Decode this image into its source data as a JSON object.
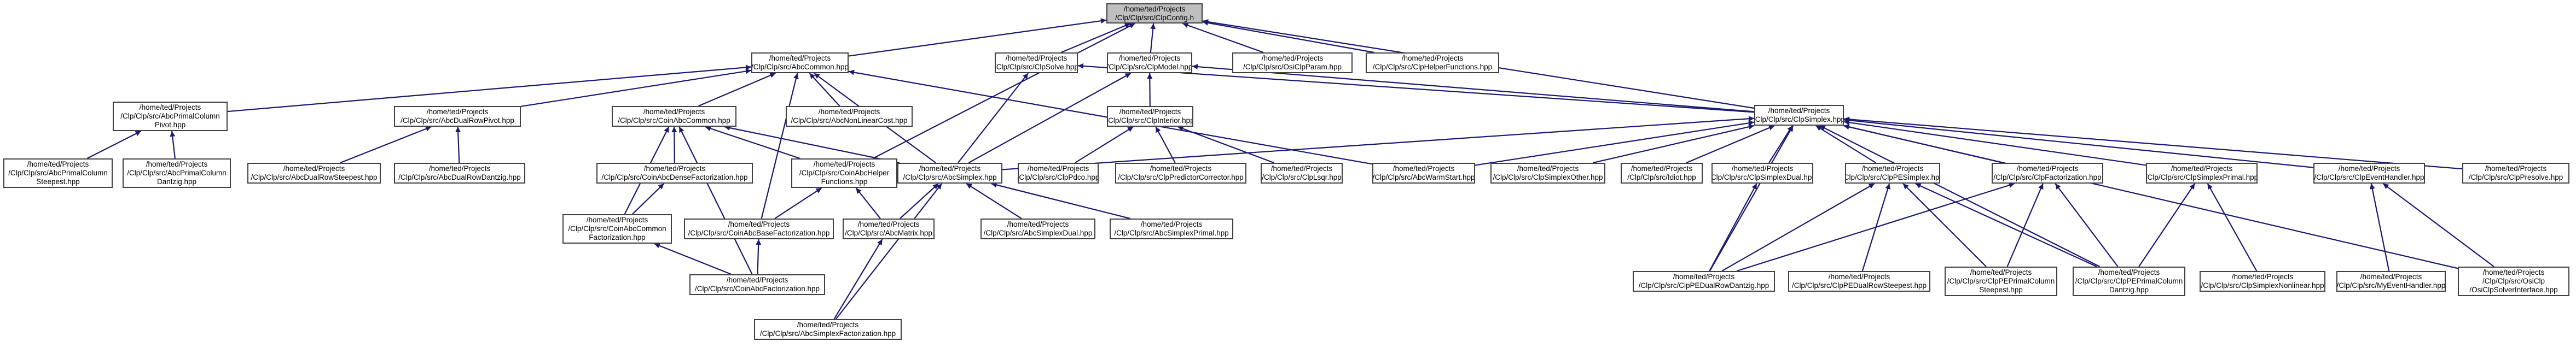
{
  "graph": {
    "background": "#ffffff",
    "edge_color": "#191970",
    "root_fill": "#bfbfbf",
    "node_border": "#404040"
  },
  "nodes": {
    "n1": {
      "line1": "/home/ted/Projects",
      "line2": "/Clp/Clp/src/ClpConfig.h"
    },
    "n2": {
      "line1": "/home/ted/Projects",
      "line2": "/Clp/Clp/src/AbcCommon.hpp"
    },
    "n3": {
      "line1": "/home/ted/Projects",
      "line2": "/Clp/Clp/src/ClpSolve.hpp"
    },
    "n4": {
      "line1": "/home/ted/Projects",
      "line2": "/Clp/Clp/src/ClpModel.hpp"
    },
    "n5": {
      "line1": "/home/ted/Projects",
      "line2": "/Clp/Clp/src/ClpSimplex.hpp"
    },
    "n6": {
      "line1": "/home/ted/Projects",
      "line2": "/Clp/Clp/src/OsiClpParam.hpp"
    },
    "n7": {
      "line1": "/home/ted/Projects",
      "line2": "/Clp/Clp/src/ClpHelperFunctions.hpp"
    },
    "n8": {
      "line1": "/home/ted/Projects",
      "line2": "/Clp/Clp/src/AbcPrimalColumn",
      "line3": "Pivot.hpp"
    },
    "n9": {
      "line1": "/home/ted/Projects",
      "line2": "/Clp/Clp/src/AbcDualRowPivot.hpp"
    },
    "n10": {
      "line1": "/home/ted/Projects",
      "line2": "/Clp/Clp/src/CoinAbcCommon.hpp"
    },
    "n11": {
      "line1": "/home/ted/Projects",
      "line2": "/Clp/Clp/src/AbcNonLinearCost.hpp"
    },
    "n12": {
      "line1": "/home/ted/Projects",
      "line2": "/Clp/Clp/src/ClpInterior.hpp"
    },
    "n13": {
      "line1": "/home/ted/Projects",
      "line2": "/Clp/Clp/src/AbcPrimalColumn",
      "line3": "Steepest.hpp"
    },
    "n14": {
      "line1": "/home/ted/Projects",
      "line2": "/Clp/Clp/src/AbcPrimalColumn",
      "line3": "Dantzig.hpp"
    },
    "n15": {
      "line1": "/home/ted/Projects",
      "line2": "/Clp/Clp/src/AbcDualRowSteepest.hpp"
    },
    "n16": {
      "line1": "/home/ted/Projects",
      "line2": "/Clp/Clp/src/AbcDualRowDantzig.hpp"
    },
    "n17": {
      "line1": "/home/ted/Projects",
      "line2": "/Clp/Clp/src/CoinAbcDenseFactorization.hpp"
    },
    "n18": {
      "line1": "/home/ted/Projects",
      "line2": "/Clp/Clp/src/CoinAbcHelper",
      "line3": "Functions.hpp"
    },
    "n19": {
      "line1": "/home/ted/Projects",
      "line2": "/Clp/Clp/src/AbcSimplex.hpp"
    },
    "n20": {
      "line1": "/home/ted/Projects",
      "line2": "/Clp/Clp/src/ClpPdco.hpp"
    },
    "n21": {
      "line1": "/home/ted/Projects",
      "line2": "/Clp/Clp/src/ClpPredictorCorrector.hpp"
    },
    "n22": {
      "line1": "/home/ted/Projects",
      "line2": "/Clp/Clp/src/ClpLsqr.hpp"
    },
    "n23": {
      "line1": "/home/ted/Projects",
      "line2": "/Clp/Clp/src/AbcWarmStart.hpp"
    },
    "n24": {
      "line1": "/home/ted/Projects",
      "line2": "/Clp/Clp/src/ClpSimplexOther.hpp"
    },
    "n25": {
      "line1": "/home/ted/Projects",
      "line2": "/Clp/Clp/src/Idiot.hpp"
    },
    "n26": {
      "line1": "/home/ted/Projects",
      "line2": "/Clp/Clp/src/ClpSimplexDual.hpp"
    },
    "n27": {
      "line1": "/home/ted/Projects",
      "line2": "/Clp/Clp/src/ClpPESimplex.hpp"
    },
    "n28": {
      "line1": "/home/ted/Projects",
      "line2": "/Clp/Clp/src/ClpFactorization.hpp"
    },
    "n29": {
      "line1": "/home/ted/Projects",
      "line2": "/Clp/Clp/src/ClpSimplexPrimal.hpp"
    },
    "n30": {
      "line1": "/home/ted/Projects",
      "line2": "/Clp/Clp/src/ClpEventHandler.hpp"
    },
    "n31": {
      "line1": "/home/ted/Projects",
      "line2": "/Clp/Clp/src/ClpPresolve.hpp"
    },
    "n32": {
      "line1": "/home/ted/Projects",
      "line2": "/Clp/Clp/src/CoinAbcCommon",
      "line3": "Factorization.hpp"
    },
    "n33": {
      "line1": "/home/ted/Projects",
      "line2": "/Clp/Clp/src/CoinAbcBaseFactorization.hpp"
    },
    "n34": {
      "line1": "/home/ted/Projects",
      "line2": "/Clp/Clp/src/AbcMatrix.hpp"
    },
    "n35": {
      "line1": "/home/ted/Projects",
      "line2": "/Clp/Clp/src/AbcSimplexDual.hpp"
    },
    "n36": {
      "line1": "/home/ted/Projects",
      "line2": "/Clp/Clp/src/AbcSimplexPrimal.hpp"
    },
    "n37": {
      "line1": "/home/ted/Projects",
      "line2": "/Clp/Clp/src/ClpPEDualRowDantzig.hpp"
    },
    "n38": {
      "line1": "/home/ted/Projects",
      "line2": "/Clp/Clp/src/ClpPEDualRowSteepest.hpp"
    },
    "n39": {
      "line1": "/home/ted/Projects",
      "line2": "/Clp/Clp/src/ClpPEPrimalColumn",
      "line3": "Steepest.hpp"
    },
    "n40": {
      "line1": "/home/ted/Projects",
      "line2": "/Clp/Clp/src/ClpPEPrimalColumn",
      "line3": "Dantzig.hpp"
    },
    "n41": {
      "line1": "/home/ted/Projects",
      "line2": "/Clp/Clp/src/ClpSimplexNonlinear.hpp"
    },
    "n42": {
      "line1": "/home/ted/Projects",
      "line2": "/Clp/Clp/src/MyEventHandler.hpp"
    },
    "n43": {
      "line1": "/home/ted/Projects",
      "line2": "/Clp/Clp/src/OsiClp",
      "line3": "/OsiClpSolverInterface.hpp"
    },
    "n44": {
      "line1": "/home/ted/Projects",
      "line2": "/Clp/Clp/src/CoinAbcFactorization.hpp"
    },
    "n45": {
      "line1": "/home/ted/Projects",
      "line2": "/Clp/Clp/src/AbcSimplexFactorization.hpp"
    }
  },
  "edges": [
    [
      "n1",
      "n2"
    ],
    [
      "n1",
      "n3"
    ],
    [
      "n1",
      "n4"
    ],
    [
      "n1",
      "n5"
    ],
    [
      "n1",
      "n6"
    ],
    [
      "n1",
      "n7"
    ],
    [
      "n1",
      "n18"
    ],
    [
      "n2",
      "n8"
    ],
    [
      "n2",
      "n9"
    ],
    [
      "n2",
      "n10"
    ],
    [
      "n2",
      "n11"
    ],
    [
      "n2",
      "n19"
    ],
    [
      "n2",
      "n23"
    ],
    [
      "n2",
      "n33"
    ],
    [
      "n3",
      "n5"
    ],
    [
      "n3",
      "n19"
    ],
    [
      "n4",
      "n5"
    ],
    [
      "n4",
      "n12"
    ],
    [
      "n4",
      "n19"
    ],
    [
      "n5",
      "n19"
    ],
    [
      "n5",
      "n23"
    ],
    [
      "n5",
      "n24"
    ],
    [
      "n5",
      "n25"
    ],
    [
      "n5",
      "n26"
    ],
    [
      "n5",
      "n27"
    ],
    [
      "n5",
      "n28"
    ],
    [
      "n5",
      "n29"
    ],
    [
      "n5",
      "n30"
    ],
    [
      "n5",
      "n31"
    ],
    [
      "n5",
      "n37"
    ],
    [
      "n5",
      "n40"
    ],
    [
      "n5",
      "n43"
    ],
    [
      "n8",
      "n13"
    ],
    [
      "n8",
      "n14"
    ],
    [
      "n9",
      "n15"
    ],
    [
      "n9",
      "n16"
    ],
    [
      "n10",
      "n17"
    ],
    [
      "n10",
      "n18"
    ],
    [
      "n10",
      "n19"
    ],
    [
      "n10",
      "n32"
    ],
    [
      "n10",
      "n44"
    ],
    [
      "n12",
      "n20"
    ],
    [
      "n12",
      "n21"
    ],
    [
      "n12",
      "n22"
    ],
    [
      "n17",
      "n32"
    ],
    [
      "n18",
      "n33"
    ],
    [
      "n18",
      "n34"
    ],
    [
      "n19",
      "n34"
    ],
    [
      "n19",
      "n35"
    ],
    [
      "n19",
      "n36"
    ],
    [
      "n19",
      "n45"
    ],
    [
      "n26",
      "n37"
    ],
    [
      "n27",
      "n37"
    ],
    [
      "n27",
      "n38"
    ],
    [
      "n27",
      "n39"
    ],
    [
      "n27",
      "n40"
    ],
    [
      "n28",
      "n37"
    ],
    [
      "n28",
      "n39"
    ],
    [
      "n28",
      "n40"
    ],
    [
      "n29",
      "n40"
    ],
    [
      "n29",
      "n41"
    ],
    [
      "n30",
      "n42"
    ],
    [
      "n30",
      "n43"
    ],
    [
      "n32",
      "n44"
    ],
    [
      "n33",
      "n44"
    ],
    [
      "n34",
      "n45"
    ]
  ]
}
